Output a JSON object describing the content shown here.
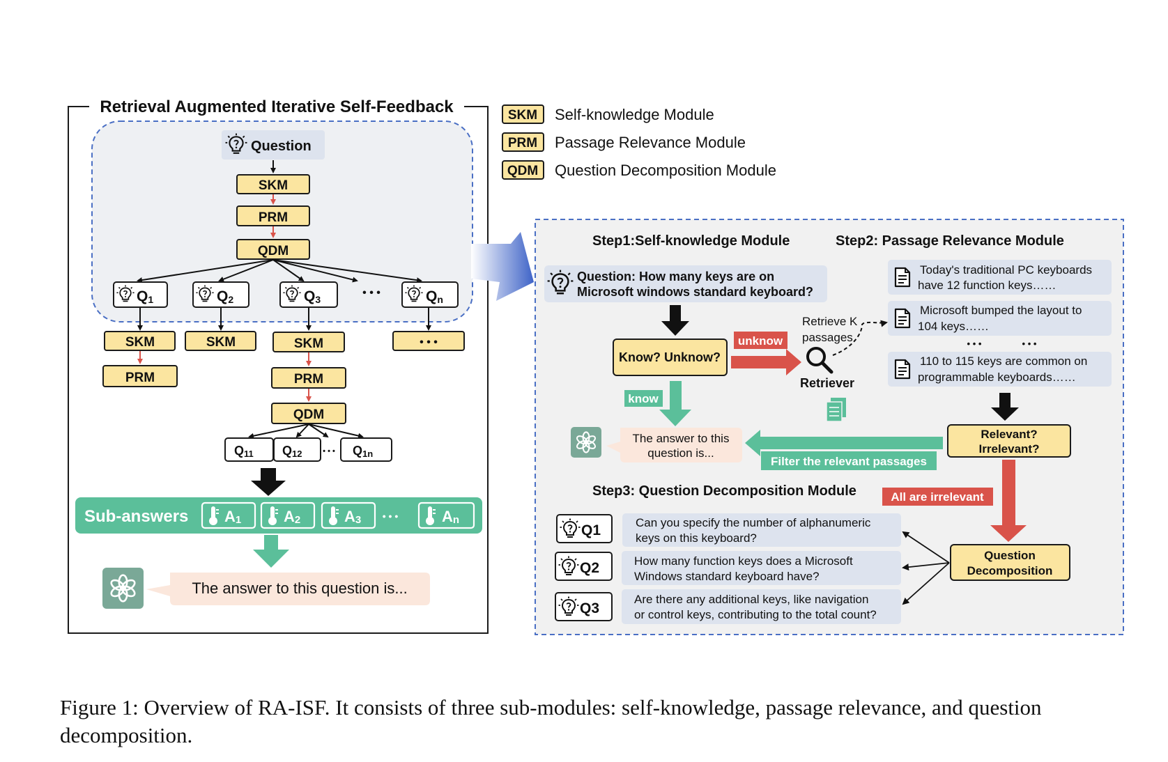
{
  "left_panel": {
    "title": "Retrieval Augmented Iterative Self-Feedback",
    "question": "Question",
    "skm": "SKM",
    "prm": "PRM",
    "qdm": "QDM",
    "sub_questions": [
      {
        "main": "Q",
        "sub": "1"
      },
      {
        "main": "Q",
        "sub": "2"
      },
      {
        "main": "Q",
        "sub": "3"
      },
      {
        "main": "Q",
        "sub": "n"
      }
    ],
    "ellipsis": "• • •",
    "level2_questions": [
      {
        "main": "Q",
        "sub": "11"
      },
      {
        "main": "Q",
        "sub": "12"
      },
      {
        "main": "Q",
        "sub": "1n"
      }
    ],
    "sub_answers_label": "Sub-answers",
    "sub_answers": [
      {
        "main": "A",
        "sub": "1"
      },
      {
        "main": "A",
        "sub": "2"
      },
      {
        "main": "A",
        "sub": "3"
      },
      {
        "main": "A",
        "sub": "n"
      }
    ],
    "final_answer": "The answer to this question is..."
  },
  "legend": [
    {
      "tag": "SKM",
      "name": "Self-knowledge Module"
    },
    {
      "tag": "PRM",
      "name": "Passage Relevance Module"
    },
    {
      "tag": "QDM",
      "name": "Question Decomposition Module"
    }
  ],
  "right_panel": {
    "step1_title": "Step1:Self-knowledge Module",
    "step2_title": "Step2: Passage Relevance Module",
    "step3_title": "Step3: Question Decomposition Module",
    "question_line1": "Question: How many keys are on",
    "question_line2": "Microsoft windows standard keyboard?",
    "know_unknow": "Know? Unknow?",
    "unknow": "unknow",
    "know": "know",
    "retrieve_line1": "Retrieve K",
    "retrieve_line2": "passages",
    "retriever": "Retriever",
    "passages": [
      {
        "line1": "Today's traditional PC keyboards",
        "line2": "have 12 function keys……"
      },
      {
        "line1": "Microsoft bumped the layout to",
        "line2": "104 keys……"
      },
      {
        "line1": "110 to 115 keys are common on",
        "line2": "programmable keyboards……"
      }
    ],
    "passage_dots": "• • •",
    "relevant_line1": "Relevant?",
    "relevant_line2": "Irrelevant?",
    "filter_label": "Filter the relevant passages",
    "answer_line1": "The answer to this",
    "answer_line2": "question is...",
    "all_irrelevant": "All are irrelevant",
    "decomp_line1": "Question",
    "decomp_line2": "Decomposition",
    "decomp_questions": [
      {
        "tag": "Q1",
        "line1": "Can you specify the number of  alphanumeric",
        "line2": "keys on this keyboard?"
      },
      {
        "tag": "Q2",
        "line1": "How many function keys does a Microsoft",
        "line2": "Windows standard keyboard have?"
      },
      {
        "tag": "Q3",
        "line1": "Are there any additional keys, like navigation",
        "line2": "or control keys, contributing to the total count?"
      }
    ]
  },
  "caption": "Figure 1: Overview of RA-ISF. It consists of three sub-modules: self-knowledge, passage relevance, and question decomposition.",
  "colors": {
    "module_fill": "#fbe5a0",
    "module_stroke": "#1a1a1a",
    "question_fill": "#dde3ee",
    "green": "#5bbf9a",
    "red": "#d9534a",
    "dash_blue": "#4a6fc4",
    "answer_fill": "#fbe7dc",
    "panel_gray": "#f1f1f1"
  },
  "icons": [
    "lightbulb-question-icon",
    "thermometer-icon",
    "chatgpt-logo-icon",
    "magnifier-icon",
    "document-icon"
  ]
}
